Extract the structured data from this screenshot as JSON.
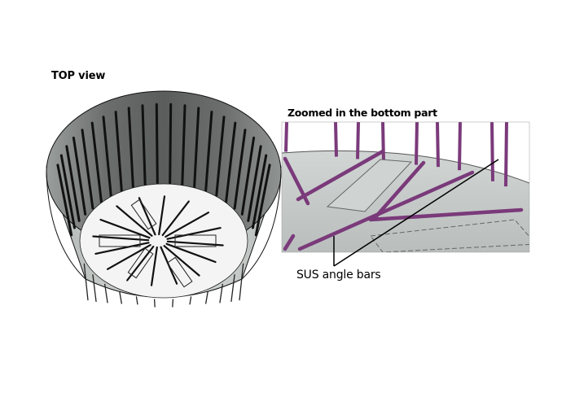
{
  "labels": {
    "top_view": "TOP view",
    "zoomed": "Zoomed in the bottom part",
    "callout": "SUS angle bars"
  },
  "colors": {
    "vessel_outer": "#c9cfcc",
    "vessel_inner": "#6f7271",
    "floor": "#f2f3f2",
    "zoom_background": "#c3c8c7",
    "angle_bar": "#7a3a7a",
    "stroke": "#111111"
  }
}
